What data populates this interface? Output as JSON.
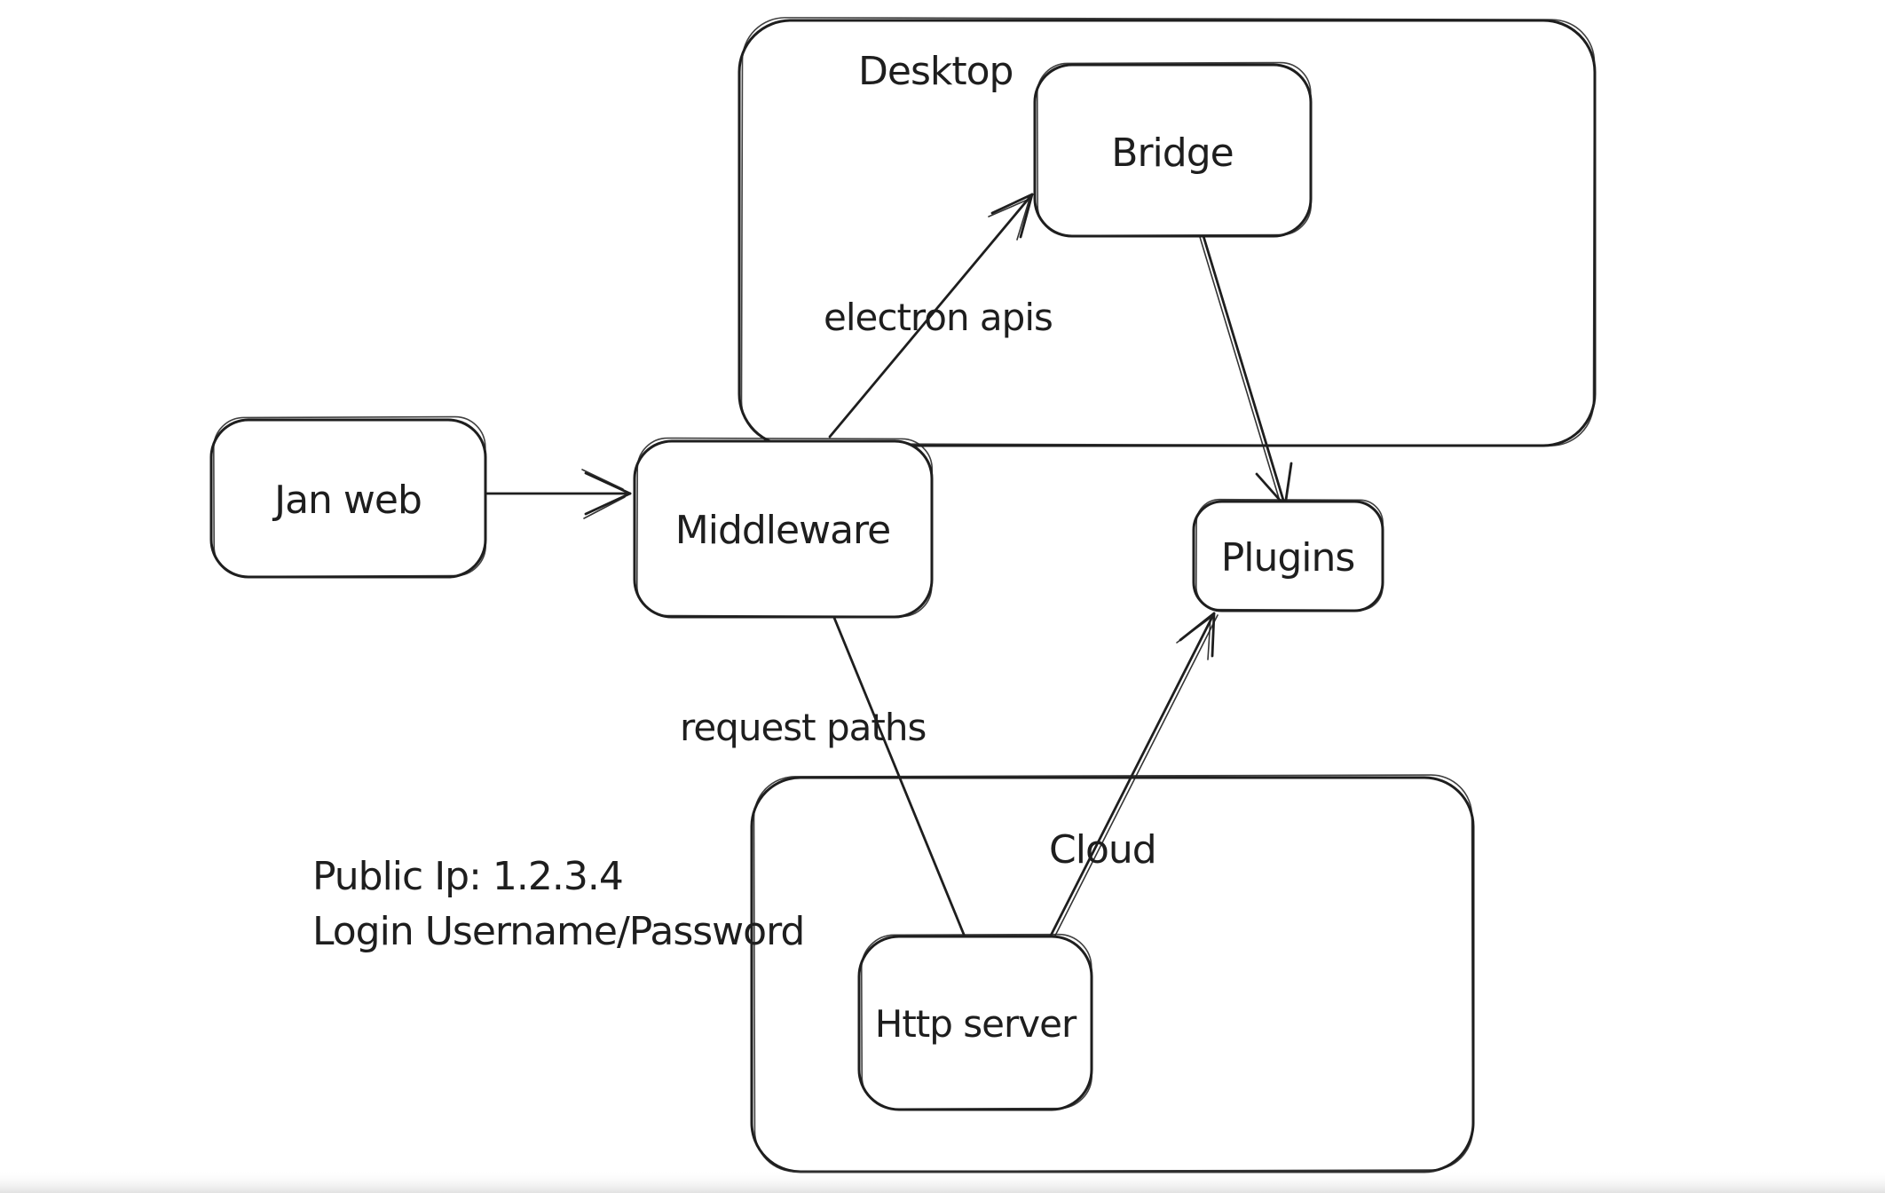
{
  "canvas": {
    "background": "#ffffff",
    "stroke_color": "#1e1e1e",
    "text_color": "#1e1e1e"
  },
  "containers": {
    "desktop": {
      "label": "Desktop"
    },
    "cloud": {
      "label": "Cloud"
    }
  },
  "nodes": {
    "jan_web": {
      "label": "Jan web"
    },
    "middleware": {
      "label": "Middleware"
    },
    "bridge": {
      "label": "Bridge"
    },
    "plugins": {
      "label": "Plugins"
    },
    "http_server": {
      "label": "Http server"
    }
  },
  "edges": [
    {
      "from": "Jan web",
      "to": "Middleware",
      "label": "",
      "arrowhead": "end"
    },
    {
      "from": "Middleware",
      "to": "Bridge",
      "label": "electron apis",
      "arrowhead": "end"
    },
    {
      "from": "Bridge",
      "to": "Plugins",
      "label": "",
      "arrowhead": "end"
    },
    {
      "from": "Middleware",
      "to": "Http server",
      "label": "request paths",
      "arrowhead": "none"
    },
    {
      "from": "Http server",
      "to": "Plugins",
      "label": "",
      "arrowhead": "end"
    }
  ],
  "annotations": {
    "public_ip": "Public Ip: 1.2.3.4",
    "login": "Login Username/Password"
  }
}
